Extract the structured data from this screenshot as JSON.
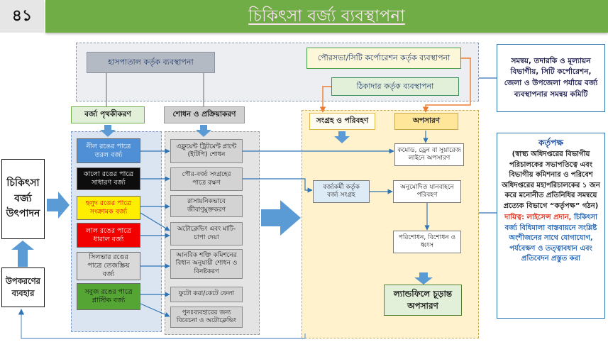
{
  "page_number": "৪১",
  "title": "চিকিৎসা বর্জ্য ব্যবস্থাপনা",
  "colors": {
    "title_bar": "#70ad47",
    "title_text": "#fbe4f2",
    "arrow_blue": "#5b9bd5",
    "connector_blue": "#2e75b6",
    "connector_orange": "#ed7d31",
    "connector_gray": "#7f7f7f",
    "authority_duty_lead": "#e0301e",
    "authority_duty_rest": "#1f63b5"
  },
  "management": {
    "hospital": "হাসপাতাল কর্তৃক ব্যবস্থাপনা",
    "municipality": "পৌরসভা/সিটি কর্পোরেশন কর্তৃক ব্যবস্থাপনা",
    "contractor": "ঠিকাদার কর্তৃক ব্যবস্থাপনা"
  },
  "generation": {
    "label": "চিকিৎসা\nবর্জ্য\nউৎপাদন"
  },
  "materials": {
    "label": "উপকরণের\nব্যবহার"
  },
  "segregation": {
    "header": "বর্জ্য পৃথকীকরণ",
    "bins": [
      {
        "label": "নীল রঙের পাত্রে\nতরল বর্জ্য",
        "fill": "#4f8fd6",
        "text_color": "#ffffff"
      },
      {
        "label": "কালো রঙের পাত্রে\nসাধারণ বর্জ্য",
        "fill": "#0d0d0d",
        "text_color": "#ffffff"
      },
      {
        "label": "হলুদ রঙের পাত্রে\nসংক্রামক বর্জ্য",
        "fill": "#ffee00",
        "text_color": "#e00000"
      },
      {
        "label": "লাল রঙের পাত্রে\nধারাল বর্জ্য",
        "fill": "#f20000",
        "text_color": "#ffffff"
      },
      {
        "label": "সিলভার রঙের\nপাত্রে তেজস্ক্রিয়\nবর্জ্য",
        "fill": "#d9d9d9",
        "text_color": "#1a1a1a"
      },
      {
        "label": "সবুজ রঙের পাত্রে\nপ্লাস্টিক বর্জ্য",
        "fill": "#55a535",
        "text_color": "#111111"
      }
    ]
  },
  "treatment": {
    "header": "শোধন ও প্রক্রিয়াকরণ",
    "steps": [
      "এফ্লুয়েন্ট ট্রিটমেন্ট প্লান্টে\n(ইটিপি) শোধন",
      "পৌর-বর্জ্য সংগ্রহের\nপাত্রে রক্ষণ",
      "রাসায়নিকভাবে\nজীবাণুমুক্তকরণ",
      "অটোক্লেভিং এবং মাটি-\nচাপা দেয়া",
      "আনবিক শক্তি কমিশনের\nবিধান অনুযায়ী শোধন ও\nবিনষ্টকরণ",
      "ফুটো করা/কেটে ফেলা",
      "পুনঃব্যবহারের জন্য\nবিবেচনা ও অটোক্লেভিং"
    ]
  },
  "collection": {
    "header": "সংগ্রহ ও পরিবহণ",
    "worker_collection": "বর্জ্যকর্মী কর্তৃক\nবর্জ্য সংগ্রহ",
    "approved_transport": "অনুমোদিত যানবাহনে\nপরিবহণ"
  },
  "disposal": {
    "header": "অপসারণ",
    "sewer": "কমোড, ড্রেন বা সুয়ারেজ\nলাইনে অপসারণ",
    "treatment_destruction": "পরিশোধন, বিশোধন ও\nধ্বংস",
    "landfill": "ল্যান্ডফিলে চূড়ান্ত\nঅপসারণ"
  },
  "committee": {
    "text": "সমন্বয়, তদারকি ও মূল্যায়ন\nবিভাগীয়, সিটি কর্পোরেশন,\nজেলা ও উপজেলা পর্যায়ে বর্জ্য\nব্যবস্থাপনার সমন্বয় কমিটি"
  },
  "authority": {
    "title": "কর্তৃপক্ষ",
    "description": "(স্বাস্থ্য অধিদপ্তরের বিভাগীয় পরিচালকের সভাপতিত্বে এবং বিভাগীয় কমিশনার ও পরিবেশ অধিদপ্তরের মহাপরিচালকের ১ জন করে মনোনীত প্রতিনিধির সমন্বয়ে প্রত্যেক বিভাগে “কর্তৃপক্ষ” গঠন)",
    "duty_lead": "দায়িত্ব: লাইসেন্স প্রদান,",
    "duty_rest": "চিকিৎসা বর্জ্য বিধিমালা বাস্তবায়নে সংশ্লিষ্ট অংশীজনের সাথে যোগাযোগ, পর্যবেক্ষণ ও তত্ত্বাবধান এবং প্রতিবেদন প্রস্তুত করা"
  }
}
